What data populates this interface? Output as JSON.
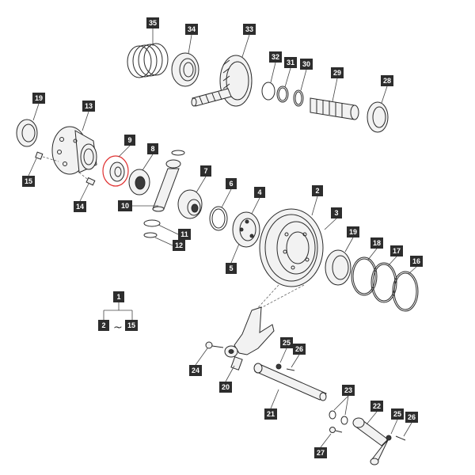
{
  "callouts": {
    "c1": "1",
    "c2": "2",
    "c2b": "2",
    "c3": "3",
    "c4": "4",
    "c5": "5",
    "c6": "6",
    "c7": "7",
    "c8": "8",
    "c9": "9",
    "c10": "10",
    "c11": "11",
    "c12": "12",
    "c13": "13",
    "c14": "14",
    "c15": "15",
    "c15b": "15",
    "c16": "16",
    "c17": "17",
    "c18": "18",
    "c19a": "19",
    "c19b": "19",
    "c20": "20",
    "c21": "21",
    "c22": "22",
    "c23": "23",
    "c24": "24",
    "c25a": "25",
    "c25b": "25",
    "c26a": "26",
    "c26b": "26",
    "c27": "27",
    "c28": "28",
    "c29": "29",
    "c30": "30",
    "c31": "31",
    "c32": "32",
    "c33": "33",
    "c34": "34",
    "c35": "35"
  },
  "range_separator": "~",
  "colors": {
    "callout_bg": "#2d2d2d",
    "callout_text": "#ffffff",
    "highlight": "#e03030"
  }
}
